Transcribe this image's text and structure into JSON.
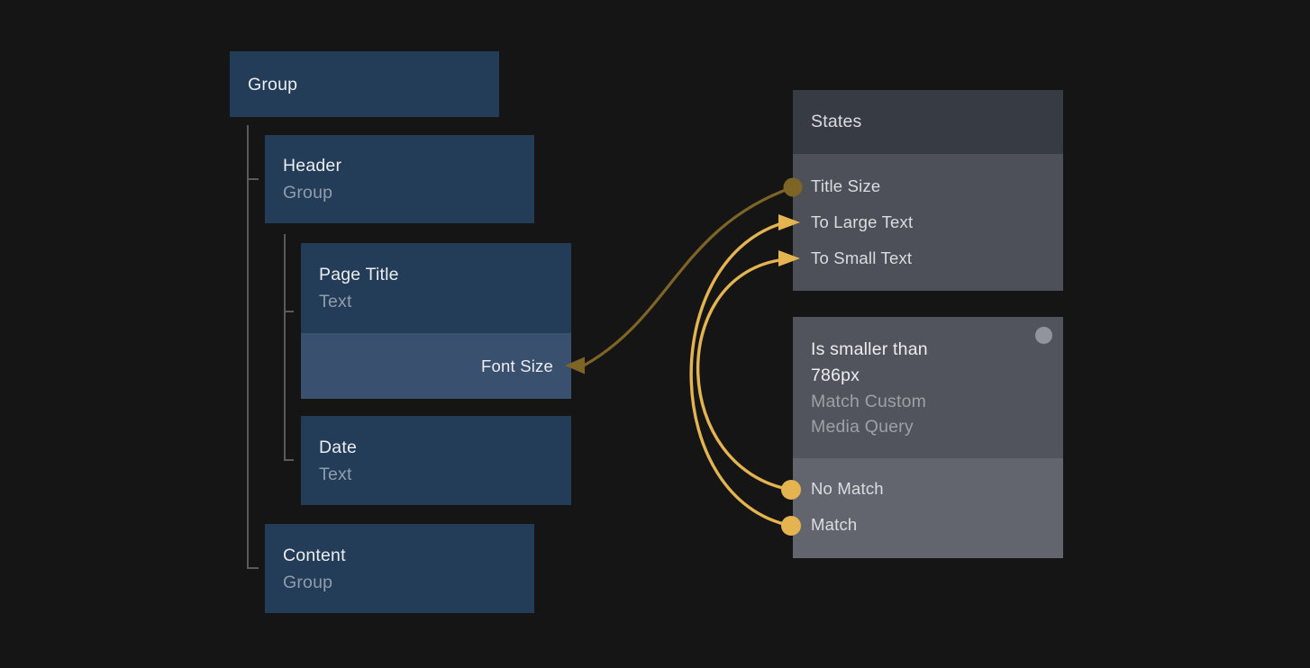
{
  "colors": {
    "bg": "#151516",
    "node_blue": "#233C58",
    "node_blue_light": "#39506E",
    "panel_header_dark": "#373B44",
    "panel_body_gray": "#4D5058",
    "panel2_header": "#51545C",
    "panel2_body": "#62656D",
    "gold_bright": "#E4B451",
    "gold_dark": "#7E6526",
    "text_primary": "#ECEDEE",
    "text_secondary_blue": "#919DAC",
    "text_item": "#DBDDE0",
    "text_secondary_gray": "#9EA0A6",
    "tree_line": "#5A5A5A",
    "gray_dot": "#91959B"
  },
  "tree": {
    "nodes": [
      {
        "title": "Group"
      },
      {
        "title": "Header",
        "subtitle": "Group"
      },
      {
        "title": "Page Title",
        "subtitle": "Text",
        "property": "Font Size"
      },
      {
        "title": "Date",
        "subtitle": "Text"
      },
      {
        "title": "Content",
        "subtitle": "Group"
      }
    ]
  },
  "states_panel": {
    "title": "States",
    "items": [
      {
        "label": "Title Size"
      },
      {
        "label": "To Large Text"
      },
      {
        "label": "To Small Text"
      }
    ]
  },
  "media_query_panel": {
    "title_lines": [
      "Is smaller than",
      "786px"
    ],
    "subtitle_lines": [
      "Match Custom",
      "Media Query"
    ],
    "outputs": [
      {
        "label": "No Match"
      },
      {
        "label": "Match"
      }
    ]
  }
}
